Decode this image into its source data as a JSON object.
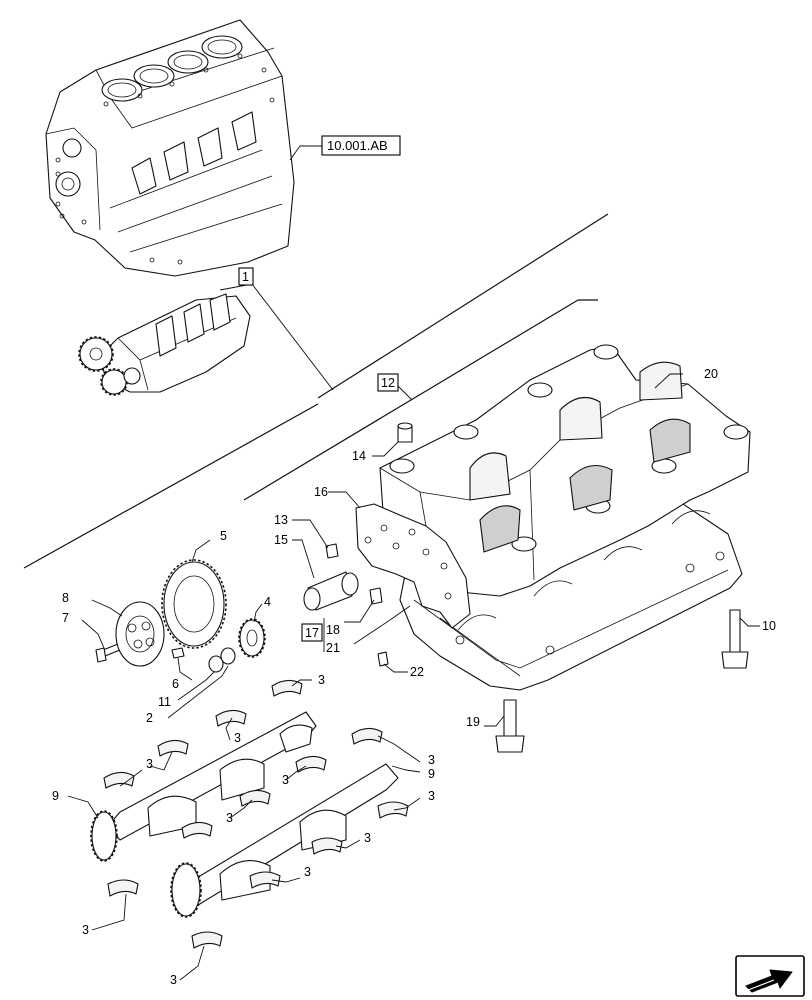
{
  "reference_tag": "10.001.AB",
  "callouts": {
    "c1": "1",
    "c2": "2",
    "c3": "3",
    "c4": "4",
    "c5": "5",
    "c6": "6",
    "c7": "7",
    "c8": "8",
    "c9": "9",
    "c10": "10",
    "c11": "11",
    "c12": "12",
    "c13": "13",
    "c14": "14",
    "c15": "15",
    "c16": "16",
    "c17": "17",
    "c18": "18",
    "c19": "19",
    "c20": "20",
    "c21": "21",
    "c22": "22"
  },
  "nav_icon": "next-page-arrow-icon",
  "colors": {
    "line": "#111111",
    "shade": "#cfcfcf",
    "background": "#ffffff"
  }
}
